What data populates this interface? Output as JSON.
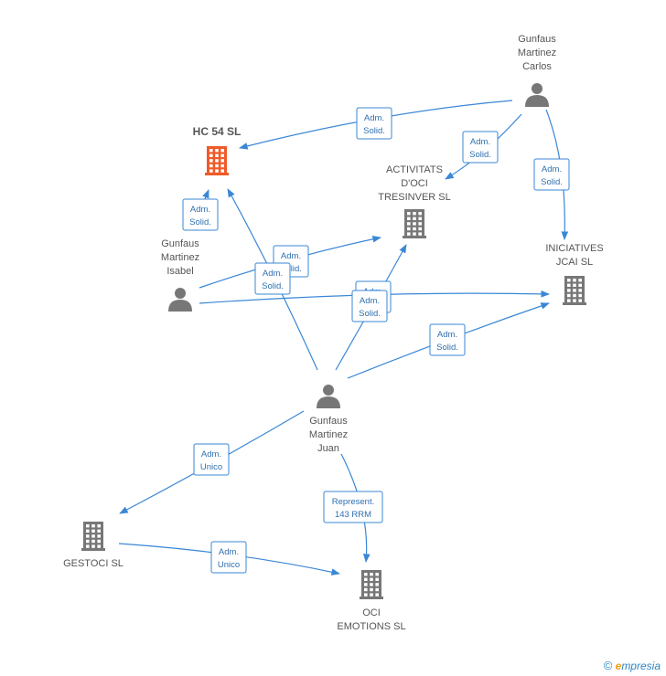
{
  "nodes": [
    {
      "id": "hc54",
      "type": "company",
      "highlight": true,
      "label": [
        "HC 54 SL"
      ]
    },
    {
      "id": "carlos",
      "type": "person",
      "label": [
        "Gunfaus",
        "Martinez",
        "Carlos"
      ]
    },
    {
      "id": "activitats",
      "type": "company",
      "label": [
        "ACTIVITATS",
        "D'OCI",
        "TRESINVER SL"
      ]
    },
    {
      "id": "iniciatives",
      "type": "company",
      "label": [
        "INICIATIVES",
        "JCAI SL"
      ]
    },
    {
      "id": "isabel",
      "type": "person",
      "label": [
        "Gunfaus",
        "Martinez",
        "Isabel"
      ]
    },
    {
      "id": "juan",
      "type": "person",
      "label": [
        "Gunfaus",
        "Martinez",
        "Juan"
      ]
    },
    {
      "id": "gestoci",
      "type": "company",
      "label": [
        "GESTOCI SL"
      ]
    },
    {
      "id": "oci",
      "type": "company",
      "label": [
        "OCI",
        "EMOTIONS SL"
      ]
    }
  ],
  "edges": [
    {
      "from": "carlos",
      "to": "hc54",
      "label": [
        "Adm.",
        "Solid."
      ]
    },
    {
      "from": "carlos",
      "to": "activitats",
      "label": [
        "Adm.",
        "Solid."
      ]
    },
    {
      "from": "carlos",
      "to": "iniciatives",
      "label": [
        "Adm.",
        "Solid."
      ]
    },
    {
      "from": "isabel",
      "to": "hc54",
      "label": [
        "Adm.",
        "Solid."
      ]
    },
    {
      "from": "isabel",
      "to": "activitats",
      "label": [
        "Adm.",
        "Solid."
      ]
    },
    {
      "from": "isabel",
      "to": "iniciatives",
      "label": [
        "Adm.",
        "Solid."
      ]
    },
    {
      "from": "juan",
      "to": "hc54",
      "label": [
        "Adm.",
        "Solid."
      ]
    },
    {
      "from": "juan",
      "to": "activitats",
      "label": [
        "Adm.",
        "Solid."
      ]
    },
    {
      "from": "juan",
      "to": "iniciatives",
      "label": [
        "Adm.",
        "Solid."
      ]
    },
    {
      "from": "juan",
      "to": "gestoci",
      "label": [
        "Adm.",
        "Unico"
      ]
    },
    {
      "from": "juan",
      "to": "oci",
      "label": [
        "Represent.",
        "143 RRM"
      ]
    },
    {
      "from": "gestoci",
      "to": "oci",
      "label": [
        "Adm.",
        "Unico"
      ]
    }
  ],
  "colors": {
    "edge": "#3a87d6",
    "person": "#777777",
    "company": "#777777",
    "highlight": "#f05a28",
    "label_border": "#3a87d6",
    "label_text": "#2f6fb0"
  },
  "footer": {
    "copyright": "©",
    "brand_initial": "e",
    "brand_rest": "mpresia"
  }
}
